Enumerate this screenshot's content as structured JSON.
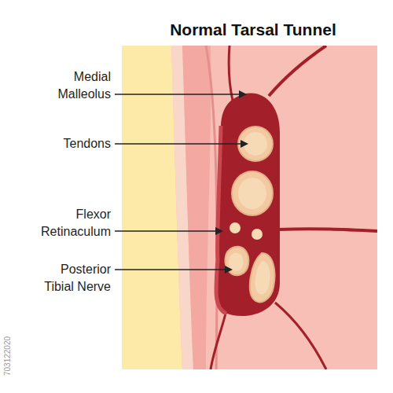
{
  "diagram": {
    "title": "Normal Tarsal Tunnel",
    "labels": [
      "Medial Malleolus",
      "Tendons",
      "Flexor Retinaculum",
      "Posterior Tibial Nerve",
      "703122020"
    ]
  }
}
